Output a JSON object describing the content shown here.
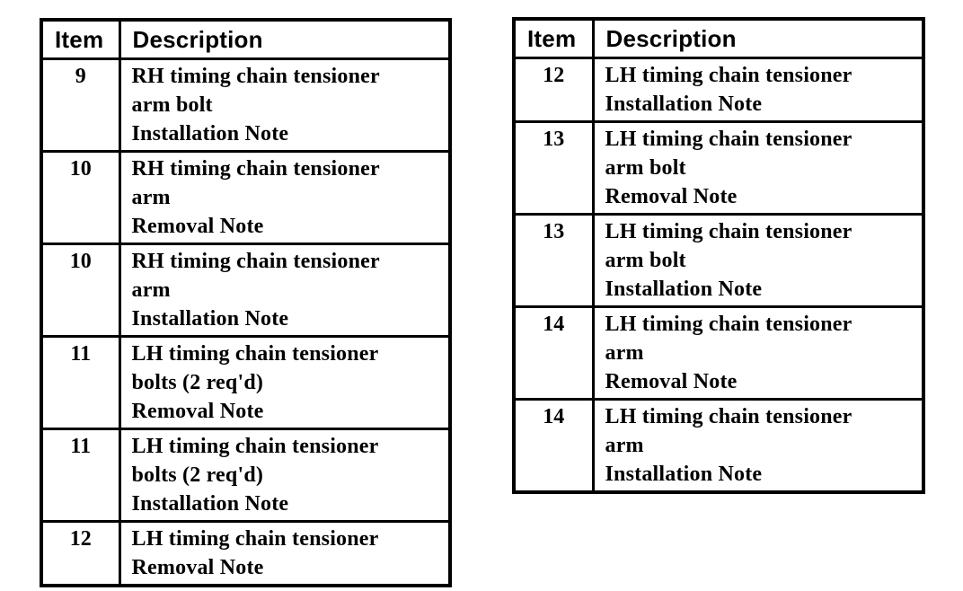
{
  "page": {
    "background_color": "#ffffff",
    "text_color": "#000000",
    "border_color": "#000000"
  },
  "tables": [
    {
      "name": "left-table",
      "header": {
        "item": "Item",
        "description": "Description"
      },
      "rows": [
        {
          "item": "9",
          "desc_lines": [
            "RH timing chain tensioner",
            "arm bolt",
            "Installation Note"
          ]
        },
        {
          "item": "10",
          "desc_lines": [
            "RH timing chain tensioner",
            "arm",
            "Removal Note"
          ]
        },
        {
          "item": "10",
          "desc_lines": [
            "RH timing chain tensioner",
            "arm",
            "Installation Note"
          ]
        },
        {
          "item": "11",
          "desc_lines": [
            "LH timing chain tensioner",
            "bolts (2 req'd)",
            "Removal Note"
          ]
        },
        {
          "item": "11",
          "desc_lines": [
            "LH timing chain tensioner",
            "bolts (2 req'd)",
            "Installation Note"
          ]
        },
        {
          "item": "12",
          "desc_lines": [
            "LH timing chain tensioner",
            "Removal Note"
          ]
        }
      ]
    },
    {
      "name": "right-table",
      "header": {
        "item": "Item",
        "description": "Description"
      },
      "rows": [
        {
          "item": "12",
          "desc_lines": [
            "LH timing chain tensioner",
            "Installation Note"
          ]
        },
        {
          "item": "13",
          "desc_lines": [
            "LH timing chain tensioner",
            "arm bolt",
            "Removal Note"
          ]
        },
        {
          "item": "13",
          "desc_lines": [
            "LH timing chain tensioner",
            "arm bolt",
            "Installation Note"
          ]
        },
        {
          "item": "14",
          "desc_lines": [
            "LH timing chain tensioner",
            "arm",
            "Removal Note"
          ]
        },
        {
          "item": "14",
          "desc_lines": [
            "LH timing chain tensioner",
            "arm",
            "Installation Note"
          ]
        }
      ]
    }
  ]
}
